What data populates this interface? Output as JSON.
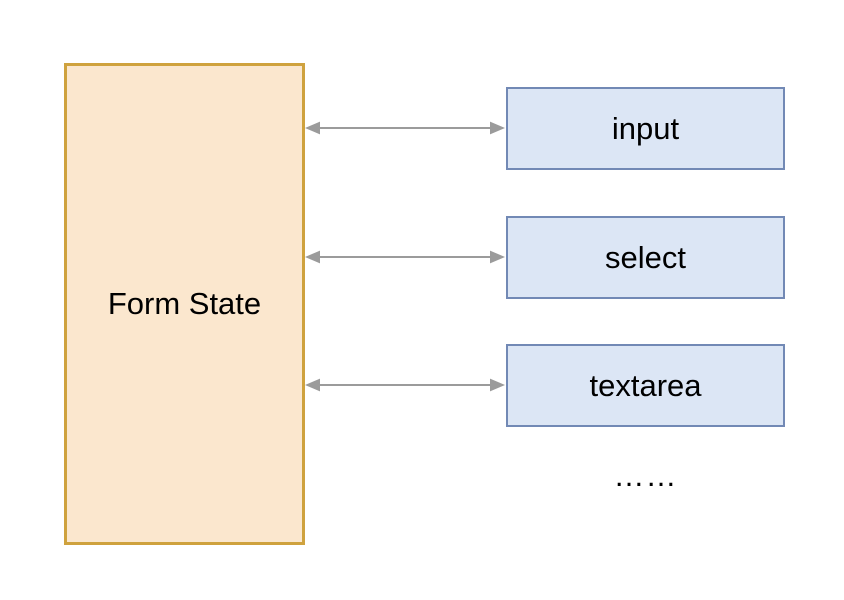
{
  "diagram": {
    "left_node": {
      "label": "Form State"
    },
    "field_nodes": [
      {
        "label": "input"
      },
      {
        "label": "select"
      },
      {
        "label": "textarea"
      }
    ],
    "ellipsis_label": "……",
    "colors": {
      "form_state_fill": "#FBE7CE",
      "form_state_border": "#CFA23E",
      "field_fill": "#DCE6F5",
      "field_border": "#7289B5",
      "arrow": "#9B9B9B",
      "text": "#000000",
      "background": "#FFFFFF"
    }
  }
}
